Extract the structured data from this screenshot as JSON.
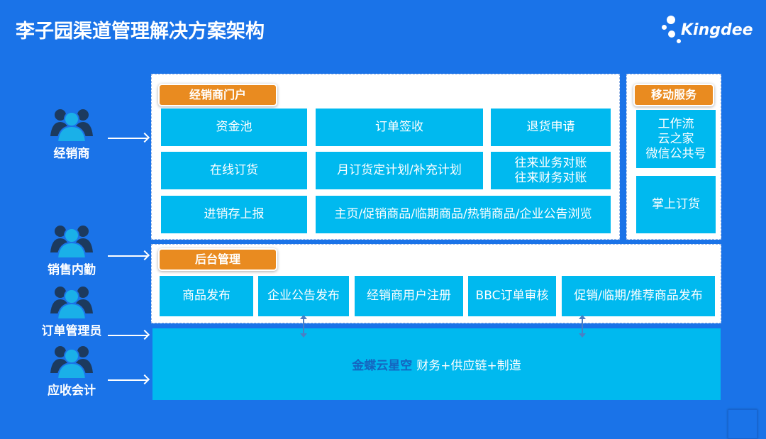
{
  "title": "李子园渠道管理解决方案架构",
  "logo": {
    "text": "Kingdee"
  },
  "colors": {
    "background": "#1a73e8",
    "cell": "#00b9ef",
    "tag": "#e98b20",
    "brand_text": "#1565c0",
    "person_dark": "#1c3a5e",
    "person_light": "#1ab0e8"
  },
  "roles": [
    {
      "label": "经销商",
      "icon": "people-group-icon"
    },
    {
      "label": "销售内勤",
      "icon": "people-group-icon"
    },
    {
      "label": "订单管理员",
      "icon": "people-group-icon"
    },
    {
      "label": "应收会计",
      "icon": "people-group-icon"
    }
  ],
  "dealer_portal": {
    "tag": "经销商门户",
    "cells": [
      "资金池",
      "订单签收",
      "退货申请",
      "在线订货",
      "月订货定计划/补充计划",
      "往来业务对账\n往来财务对账",
      "进销存上报",
      "主页/促销商品/临期商品/热销商品/企业公告浏览"
    ]
  },
  "mobile_service": {
    "tag": "移动服务",
    "cells": [
      "工作流\n云之家\n微信公共号",
      "掌上订货"
    ]
  },
  "backend": {
    "tag": "后台管理",
    "cells": [
      "商品发布",
      "企业公告发布",
      "经销商用户注册",
      "BBC订单审核",
      "促销/临期/推荐商品发布"
    ]
  },
  "base": {
    "brand": "金蝶云星空",
    "desc": "财务+供应链+制造"
  }
}
